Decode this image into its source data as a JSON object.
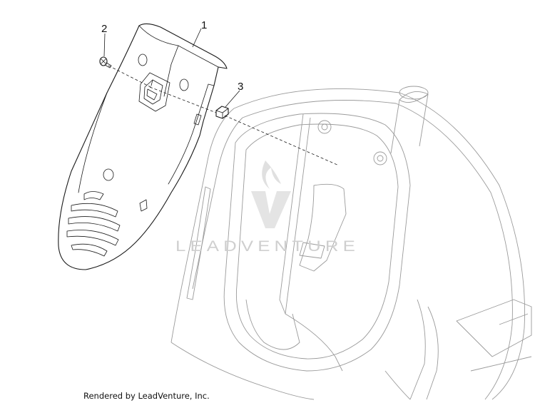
{
  "callouts": [
    {
      "id": "callout-1",
      "number": "1"
    },
    {
      "id": "callout-2",
      "number": "2"
    },
    {
      "id": "callout-3",
      "number": "3"
    }
  ],
  "watermark": {
    "text": "LEADVENTURE"
  },
  "footer": {
    "text": "Rendered by LeadVenture, Inc."
  }
}
